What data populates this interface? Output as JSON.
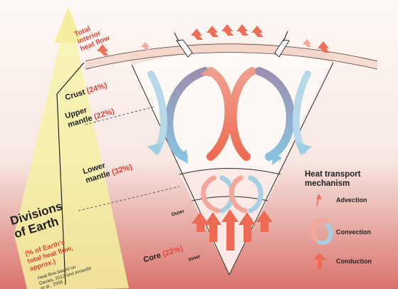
{
  "total_heat_flow": [
    "Total",
    "interior",
    "heat flow"
  ],
  "layers": {
    "crust": {
      "name": "Crust",
      "pct": "(24%)"
    },
    "upper_mantle": {
      "name_1": "Upper",
      "name_2": "mantle",
      "pct": "(22%)"
    },
    "lower_mantle": {
      "name_1": "Lower",
      "name_2": "mantle",
      "pct": "(32%)"
    },
    "core": {
      "name": "Core",
      "pct": "(22%)"
    },
    "outer": "Outer",
    "inner": "Inner"
  },
  "divisions": {
    "title_1": "Divisions",
    "title_2": "of Earth",
    "sub_1": "(% of Earth's",
    "sub_2": "total heat flow,",
    "sub_3": "approx.)",
    "source_1": "Heat flow based on",
    "source_2": "Davies, 2012 and Amaudo",
    "source_3": "et al., 2006"
  },
  "legend": {
    "title_1": "Heat transport",
    "title_2": "mechanism",
    "items": [
      "Advection",
      "Convection",
      "Conduction"
    ]
  },
  "colors": {
    "hot": "#ef6f5a",
    "cool": "#8fc3dc",
    "beam": "#f6f1a6",
    "text_red": "#e2453a"
  }
}
